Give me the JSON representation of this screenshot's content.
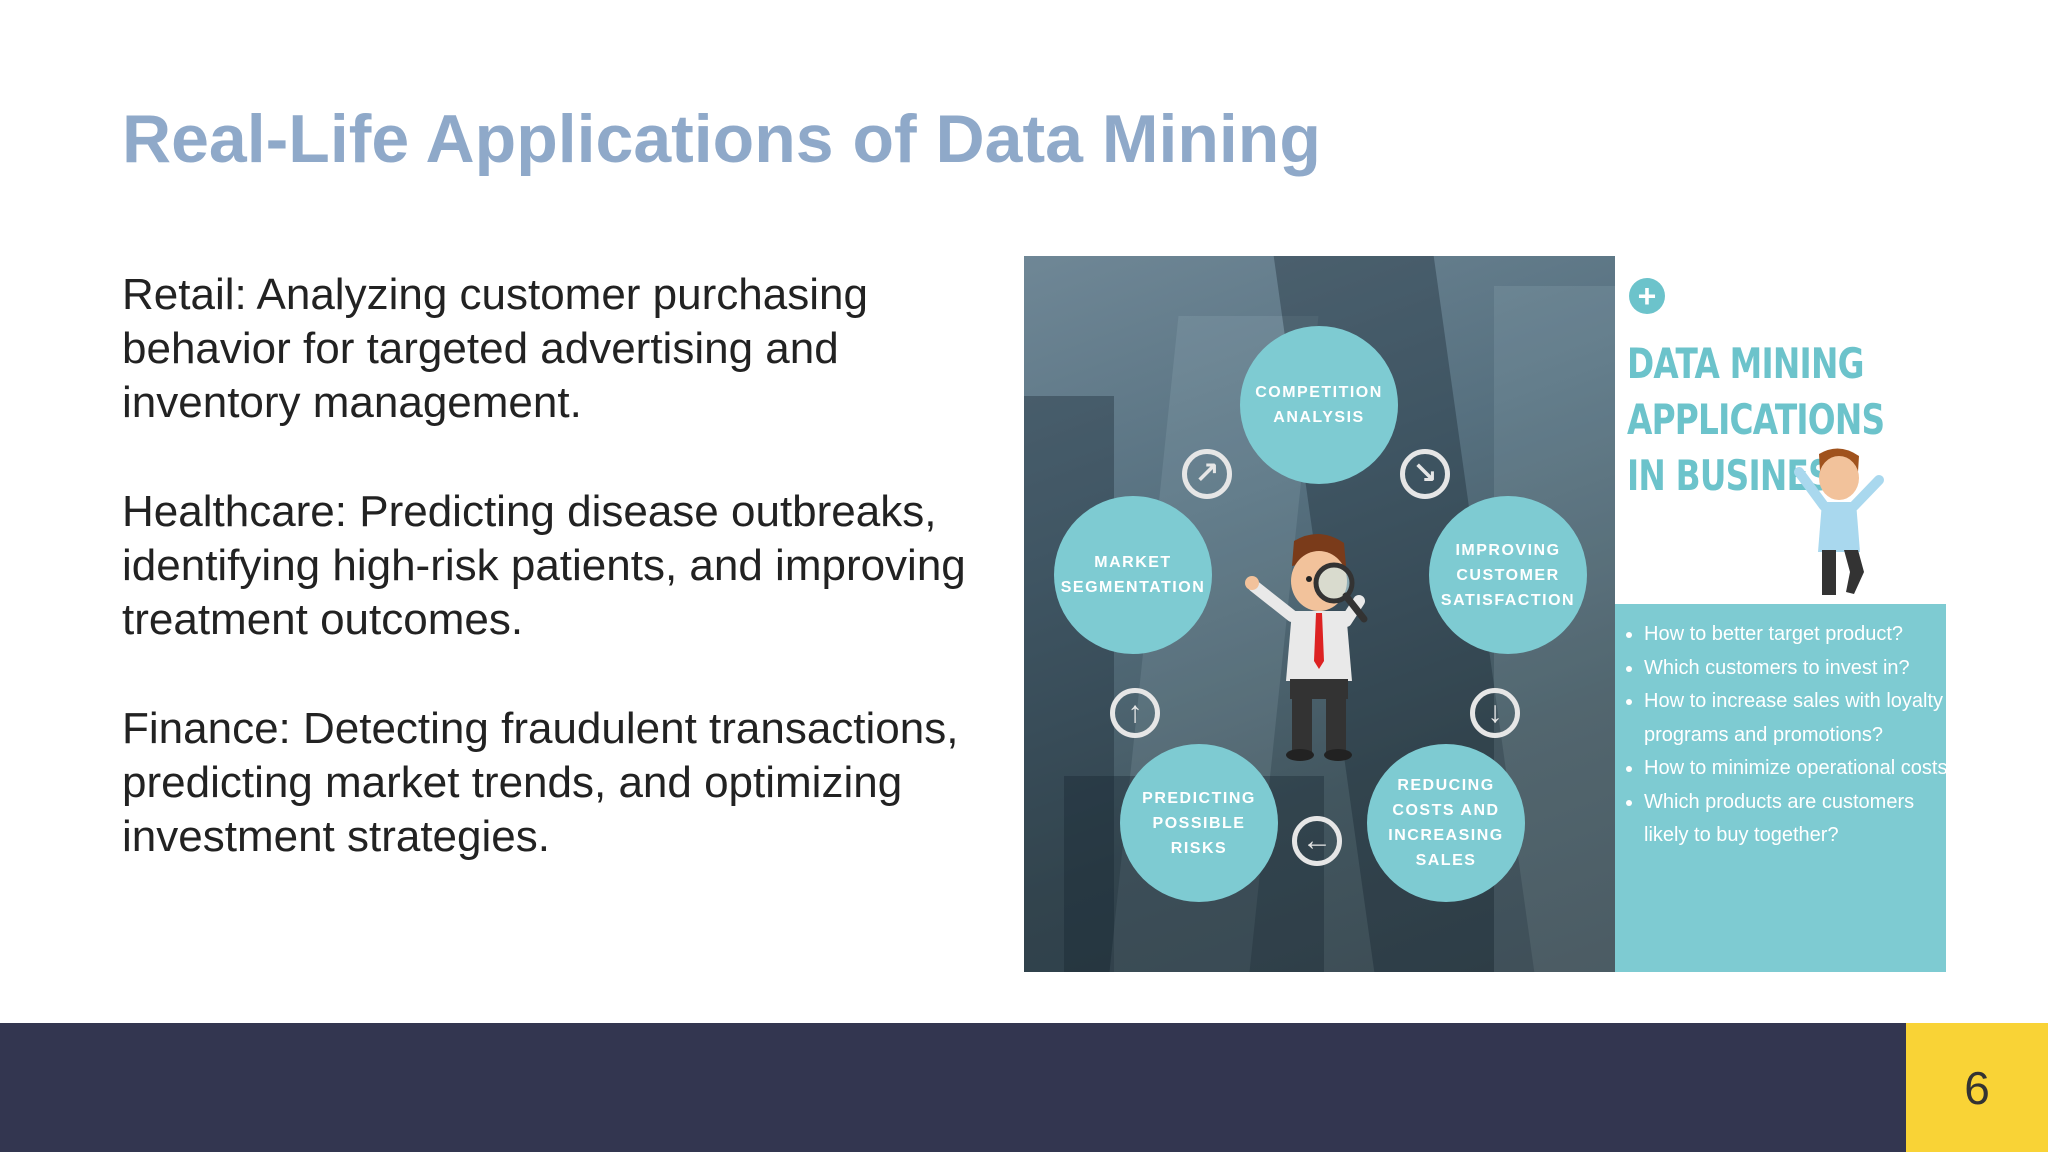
{
  "slide": {
    "title": "Real-Life Applications of Data Mining",
    "paragraphs": [
      "Retail: Analyzing customer purchasing behavior for targeted advertising and inventory management.",
      "Healthcare: Predicting disease outbreaks, identifying high-risk patients, and improving treatment outcomes.",
      "Finance: Detecting fraudulent transactions, predicting market trends, and optimizing investment strategies."
    ],
    "page_number": "6"
  },
  "figure": {
    "panel_title": "DATA MINING APPLICATIONS IN BUSINESS",
    "plus_symbol": "+",
    "circles": [
      "COMPETITION\nANALYSIS",
      "IMPROVING\nCUSTOMER\nSATISFACTION",
      "REDUCING\nCOSTS AND\nINCREASING\nSALES",
      "PREDICTING\nPOSSIBLE\nRISKS",
      "MARKET\nSEGMENTATION"
    ],
    "arrows": [
      "↗",
      "↘",
      "↓",
      "←",
      "↑"
    ],
    "questions": [
      "How to better target product?",
      "Which customers to invest in?",
      "How to increase sales with loyalty programs and promotions?",
      "How to minimize operational costs?",
      "Which products are customers likely to buy together?"
    ]
  },
  "colors": {
    "title": "#8FA9C9",
    "teal": "#7ECBD2",
    "footer": "#333650",
    "page_box": "#F9D336"
  }
}
